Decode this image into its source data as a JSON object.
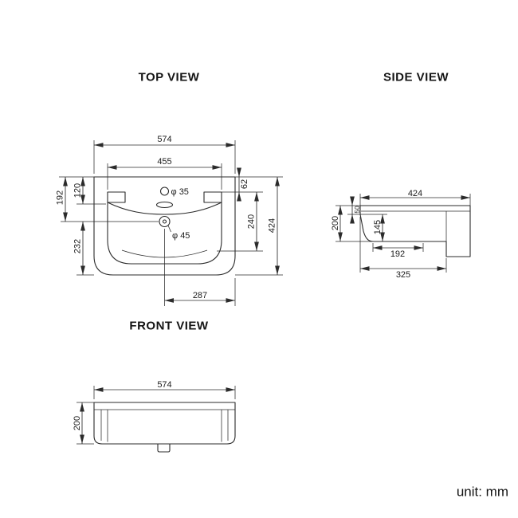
{
  "titles": {
    "top_view": "TOP VIEW",
    "side_view": "SIDE VIEW",
    "front_view": "FRONT VIEW"
  },
  "unit_note": "unit: mm",
  "top_view": {
    "overall_width": "574",
    "inner_width": "455",
    "faucet_setback": "62",
    "back_to_drain": "192",
    "back_to_bowl": "120",
    "drain_to_front": "232",
    "bowl_length": "240",
    "overall_depth": "424",
    "drain_to_side": "287",
    "faucet_hole": "φ 35",
    "drain_hole": "φ 45"
  },
  "side_view": {
    "overall_depth": "424",
    "overall_height": "200",
    "front_lip": "50",
    "bowl_height": "145",
    "bottom_depth": "192",
    "base_depth": "325"
  },
  "front_view": {
    "overall_width": "574",
    "overall_height": "200"
  }
}
